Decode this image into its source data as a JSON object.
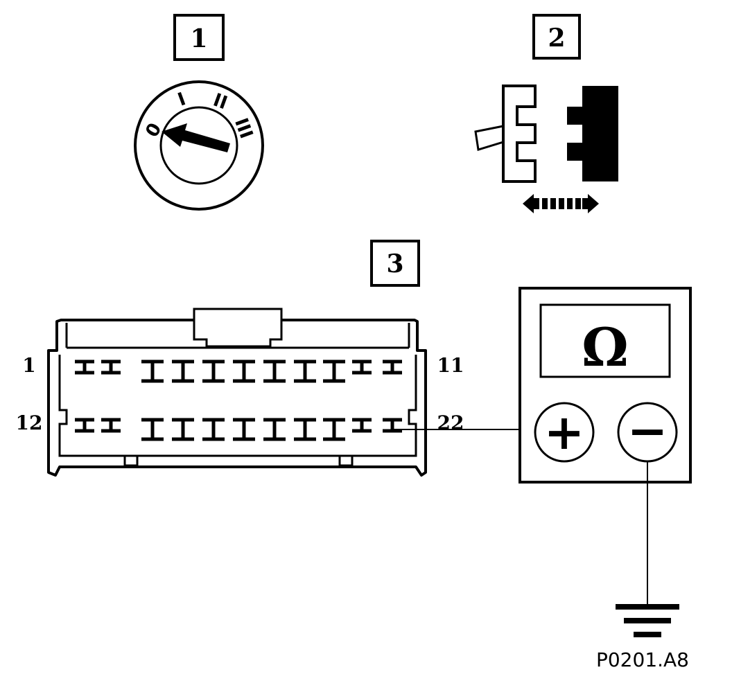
{
  "steps": [
    {
      "label": "1"
    },
    {
      "label": "2"
    },
    {
      "label": "3"
    }
  ],
  "ignition": {
    "positions": [
      "0",
      "I",
      "II",
      "III"
    ]
  },
  "connector": {
    "pin_labels": {
      "top_left": "1",
      "top_right": "11",
      "bottom_left": "12",
      "bottom_right": "22"
    }
  },
  "meter": {
    "unit_symbol": "Ω",
    "positive_symbol": "+",
    "negative_symbol": "−"
  },
  "figure_code": "P0201.A8"
}
